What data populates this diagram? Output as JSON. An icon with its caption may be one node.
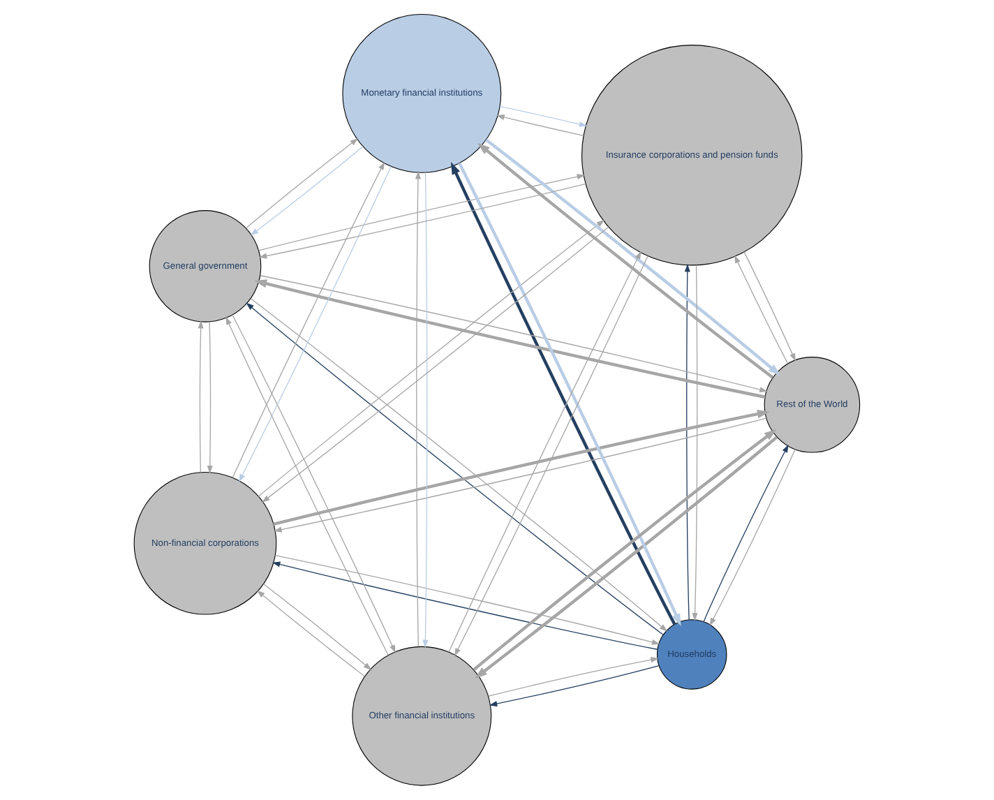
{
  "diagram": {
    "nodes": [
      {
        "text": [
          "Households"
        ]
      },
      {
        "text": [
          "Rest of the World"
        ]
      },
      {
        "text": [
          "Non-financial corporations"
        ]
      },
      {
        "text": [
          "General government"
        ]
      },
      {
        "text": [
          "Monetary financial institutions"
        ]
      },
      {
        "text": [
          "Insurance corporations and pension funds"
        ]
      },
      {
        "text": [
          "Other financial institutions"
        ]
      }
    ],
    "edges": [
      {
        "from": 0,
        "to": 1,
        "arrow": "to",
        "color": "#243f60"
      },
      {
        "from": 0,
        "to": 2,
        "arrow": "to",
        "color": "#243f60"
      },
      {
        "from": 0,
        "to": 3,
        "arrow": "to",
        "color": "#243f60"
      },
      {
        "from": 0,
        "to": 4,
        "arrow": "to",
        "style": "thick",
        "color": "#243f60"
      },
      {
        "from": 0,
        "to": 5,
        "arrow": "to",
        "color": "#243f60"
      },
      {
        "from": 0,
        "to": 6,
        "arrow": "to",
        "color": "#243f60"
      },
      {
        "from": 4,
        "to": 0,
        "arrow": "to",
        "style": "thick",
        "color": "#b9cde5"
      },
      {
        "from": 4,
        "to": 1,
        "arrow": "to",
        "style": "thick",
        "color": "#b9cde5"
      },
      {
        "from": 4,
        "to": 2,
        "arrow": "to",
        "color": "#b9cde5"
      },
      {
        "from": 4,
        "to": 3,
        "arrow": "to",
        "color": "#b9cde5"
      },
      {
        "from": 4,
        "to": 5,
        "arrow": "to",
        "color": "#b9cde5"
      },
      {
        "from": 4,
        "to": 6,
        "arrow": "to",
        "color": "#b9cde5"
      },
      {
        "from": 1,
        "to": 0,
        "arrow": "to"
      },
      {
        "from": 1,
        "to": 2,
        "arrow": "to"
      },
      {
        "from": 1,
        "to": 3,
        "arrow": "to",
        "style": "thick"
      },
      {
        "from": 1,
        "to": 4,
        "arrow": "to",
        "style": "thick"
      },
      {
        "from": 1,
        "to": 5,
        "arrow": "to"
      },
      {
        "from": 1,
        "to": 6,
        "arrow": "to",
        "style": "thick"
      },
      {
        "from": 2,
        "to": 0,
        "arrow": "to"
      },
      {
        "from": 2,
        "to": 1,
        "arrow": "to",
        "style": "thick"
      },
      {
        "from": 2,
        "to": 3,
        "arrow": "to"
      },
      {
        "from": 2,
        "to": 4,
        "arrow": "to"
      },
      {
        "from": 2,
        "to": 5,
        "arrow": "to"
      },
      {
        "from": 2,
        "to": 6,
        "arrow": "to"
      },
      {
        "from": 3,
        "to": 0,
        "arrow": "to"
      },
      {
        "from": 3,
        "to": 1,
        "arrow": "to"
      },
      {
        "from": 3,
        "to": 2,
        "arrow": "to"
      },
      {
        "from": 3,
        "to": 4,
        "arrow": "to"
      },
      {
        "from": 3,
        "to": 5,
        "arrow": "to"
      },
      {
        "from": 3,
        "to": 6,
        "arrow": "to"
      },
      {
        "from": 5,
        "to": 0,
        "arrow": "to"
      },
      {
        "from": 5,
        "to": 1,
        "arrow": "to"
      },
      {
        "from": 5,
        "to": 2,
        "arrow": "to"
      },
      {
        "from": 5,
        "to": 3,
        "arrow": "to"
      },
      {
        "from": 5,
        "to": 4,
        "arrow": "to"
      },
      {
        "from": 5,
        "to": 6,
        "arrow": "to"
      },
      {
        "from": 6,
        "to": 0,
        "arrow": "to"
      },
      {
        "from": 6,
        "to": 1,
        "arrow": "to",
        "style": "thick"
      },
      {
        "from": 6,
        "to": 2,
        "arrow": "to"
      },
      {
        "from": 6,
        "to": 3,
        "arrow": "to"
      },
      {
        "from": 6,
        "to": 4,
        "arrow": "to"
      },
      {
        "from": 6,
        "to": 5,
        "arrow": "to"
      }
    ]
  }
}
